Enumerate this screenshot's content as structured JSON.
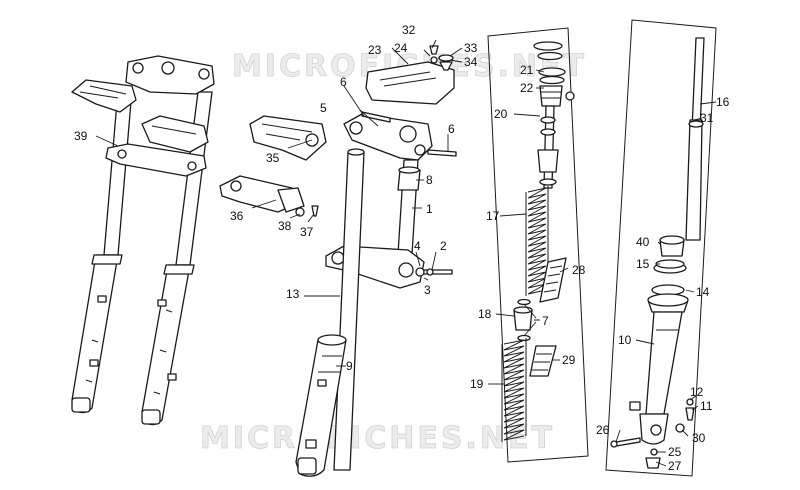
{
  "watermark": {
    "text": "MICROFICHES.NET"
  },
  "callouts": {
    "p1": "1",
    "p2": "2",
    "p3": "3",
    "p4": "4",
    "p5": "5",
    "p6a": "6",
    "p6b": "6",
    "p7": "7",
    "p8": "8",
    "p9": "9",
    "p10": "10",
    "p11": "11",
    "p12": "12",
    "p13": "13",
    "p14": "14",
    "p15": "15",
    "p16": "16",
    "p17": "17",
    "p18": "18",
    "p19": "19",
    "p20": "20",
    "p21": "21",
    "p22": "22",
    "p23": "23",
    "p24": "24",
    "p25": "25",
    "p26": "26",
    "p27": "27",
    "p28": "28",
    "p29": "29",
    "p30": "30",
    "p31": "31",
    "p32": "32",
    "p33": "33",
    "p34": "34",
    "p35": "35",
    "p36": "36",
    "p37": "37",
    "p38": "38",
    "p39": "39",
    "p40": "40"
  },
  "colors": {
    "line": "#1a1a1a",
    "background": "#ffffff",
    "watermark": "#d2d2d2"
  }
}
